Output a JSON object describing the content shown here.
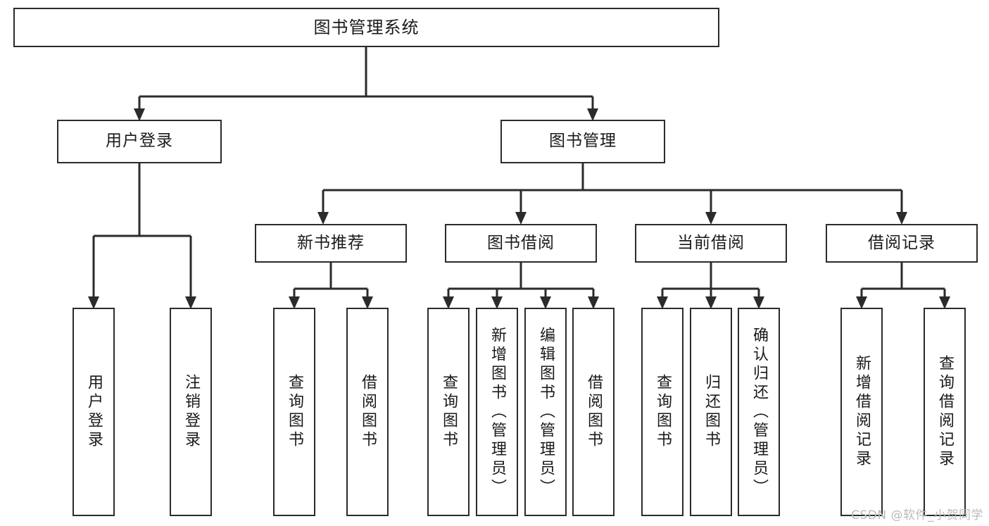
{
  "diagram": {
    "title": "图书管理系统",
    "type": "tree-hierarchy-chart",
    "watermark": "CSDN @软件_小贺同学",
    "line_color": "#2b2b2b",
    "box_fill": "#ffffff",
    "text_color": "#1a1a1a",
    "watermark_color": "#b9b9b9"
  },
  "root": {
    "label": "图书管理系统"
  },
  "level2": [
    {
      "label": "用户登录"
    },
    {
      "label": "图书管理"
    }
  ],
  "level3": [
    {
      "label": "新书推荐"
    },
    {
      "label": "图书借阅"
    },
    {
      "label": "当前借阅"
    },
    {
      "label": "借阅记录"
    }
  ],
  "leaves": {
    "user_login": [
      {
        "label": "用户登录"
      },
      {
        "label": "注销登录"
      }
    ],
    "new_book": [
      {
        "label": "查询图书"
      },
      {
        "label": "借阅图书"
      }
    ],
    "book_borrow": [
      {
        "label": "查询图书"
      },
      {
        "label": "新增图书（管理员）"
      },
      {
        "label": "编辑图书（管理员）"
      },
      {
        "label": "借阅图书"
      }
    ],
    "current_borrow": [
      {
        "label": "查询图书"
      },
      {
        "label": "归还图书"
      },
      {
        "label": "确认归还（管理员）"
      }
    ],
    "borrow_record": [
      {
        "label": "新增借阅记录"
      },
      {
        "label": "查询借阅记录"
      }
    ]
  }
}
